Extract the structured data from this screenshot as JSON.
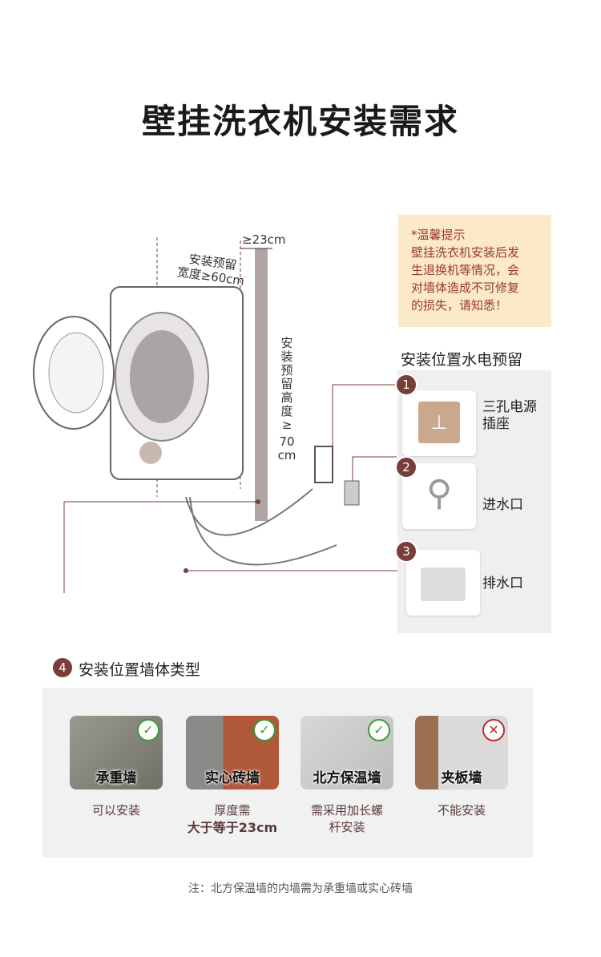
{
  "title": "壁挂洗衣机安装需求",
  "tip": {
    "heading": "*温馨提示",
    "lines": [
      "壁挂洗衣机安装后发",
      "生退换机等情况，会",
      "对墙体造成不可修复",
      "的损失，请知悉！"
    ]
  },
  "diagram": {
    "depth": "≥23cm",
    "width_l1": "安装预留",
    "width_l2": "宽度≥60cm",
    "height_chars": [
      "安",
      "装",
      "预",
      "留",
      "高",
      "度",
      "≥",
      "70",
      "cm"
    ]
  },
  "utilities": {
    "heading": "安装位置水电预留",
    "items": [
      {
        "num": "1",
        "l1": "三孔电源",
        "l2": "插座"
      },
      {
        "num": "2",
        "l1": "进水口",
        "l2": ""
      },
      {
        "num": "3",
        "l1": "排水口",
        "l2": ""
      }
    ]
  },
  "walls": {
    "num": "4",
    "heading": "安装位置墙体类型",
    "items": [
      {
        "name": "承重墙",
        "ok": true,
        "d1": "可以安装",
        "d2": ""
      },
      {
        "name": "实心砖墙",
        "ok": true,
        "d1": "厚度需",
        "d2": "大于等于23cm"
      },
      {
        "name": "北方保温墙",
        "ok": true,
        "d1": "需采用加长螺",
        "d2": "杆安装"
      },
      {
        "name": "夹板墙",
        "ok": false,
        "d1": "不能安装",
        "d2": ""
      }
    ]
  },
  "marks": {
    "ok": "✓",
    "no": "✕"
  },
  "note": "注：北方保温墙的内墙需为承重墙或实心砖墙",
  "colors": {
    "accent": "#7a3e3a",
    "tip_bg": "#fbe9c8",
    "tip_text": "#9b3a2e"
  }
}
